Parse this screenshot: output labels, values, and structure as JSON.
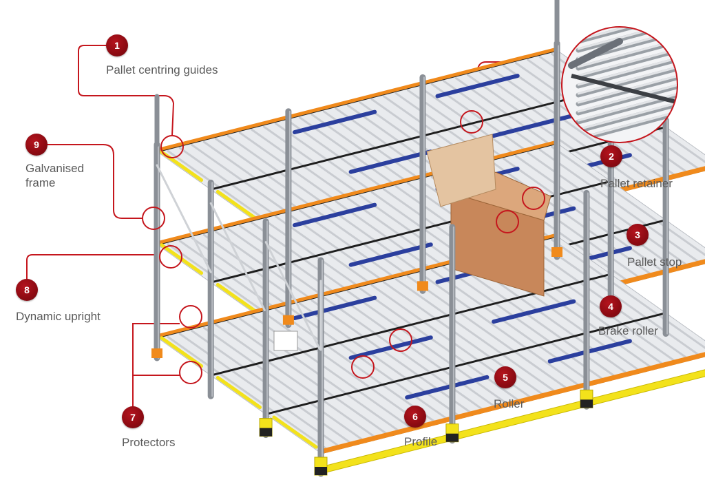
{
  "colors": {
    "accent_red": "#c5161d",
    "badge_red": "#8c0a12",
    "label_gray": "#5a5a5a",
    "upright_gray": "#8a8f96",
    "beam_orange": "#f08a1c",
    "guide_blue": "#2b3f9e",
    "protector_yellow": "#f3e21b",
    "roller_silver": "#c9ccd1",
    "profile_black": "#1e1e1e",
    "carton_brown": "#c8875a"
  },
  "callouts": [
    {
      "number": "1",
      "label": "Pallet centring guides"
    },
    {
      "number": "2",
      "label": "Pallet retainer"
    },
    {
      "number": "3",
      "label": "Pallet stop"
    },
    {
      "number": "4",
      "label": "Brake roller"
    },
    {
      "number": "5",
      "label": "Roller"
    },
    {
      "number": "6",
      "label": "Profile"
    },
    {
      "number": "7",
      "label": "Protectors"
    },
    {
      "number": "8",
      "label": "Dynamic upright"
    },
    {
      "number": "9",
      "label": "Galvanised frame"
    }
  ]
}
